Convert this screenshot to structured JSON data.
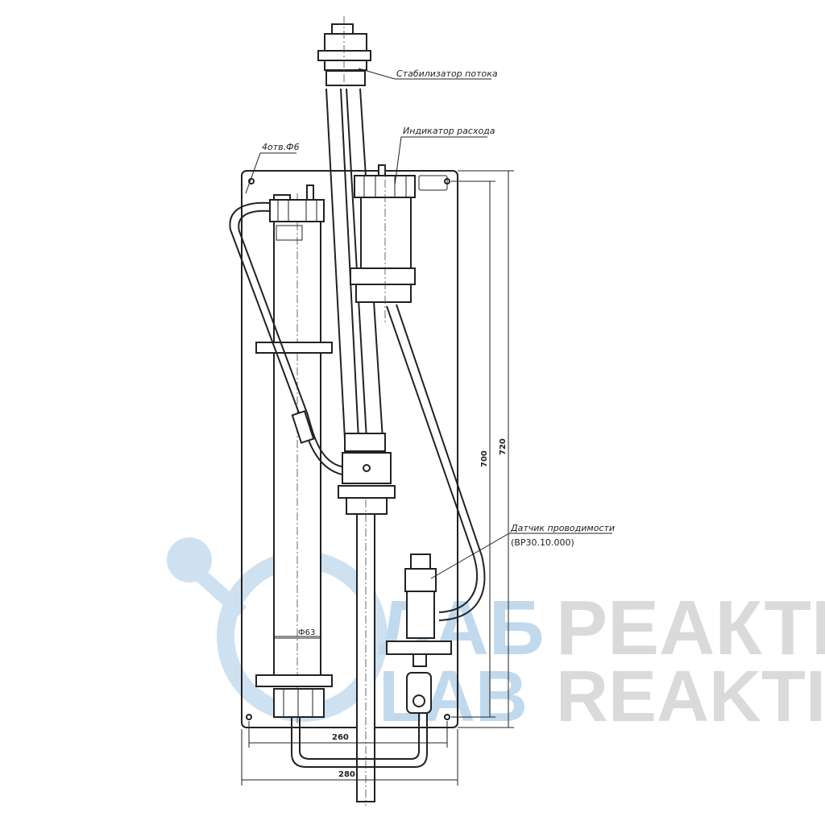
{
  "labels": {
    "flow_stabilizer": "Стабилизатор потока",
    "flow_indicator": "Индикатор расхода",
    "holes": "4отв.Ф6",
    "conductivity_sensor": "Датчик проводимости",
    "sensor_code": "(BP30.10.000)",
    "diameter": "Ф63"
  },
  "dimensions": {
    "height_inner": "700",
    "height_outer": "720",
    "width_inner": "260",
    "width_outer": "280"
  },
  "watermark": {
    "ru_accent": "ЛАБ",
    "ru_rest": "РЕАКТИВ",
    "en_accent": "LAB",
    "en_rest": "REAKTIV",
    "accent_color": "#b7d3ea",
    "rest_color": "#d4d4d4"
  }
}
